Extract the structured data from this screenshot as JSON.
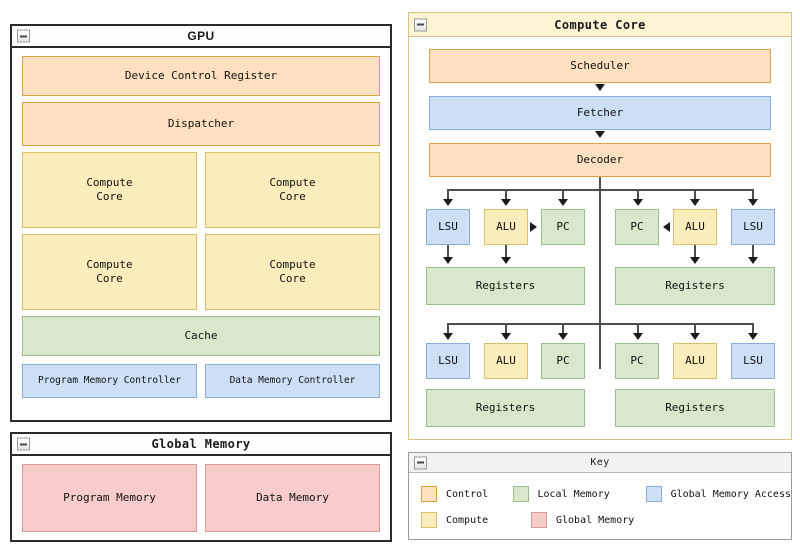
{
  "gpu": {
    "title": "GPU",
    "collapse_icon": "minus-icon",
    "device_control_register": "Device Control Register",
    "dispatcher": "Dispatcher",
    "compute_cores": [
      "Compute\nCore",
      "Compute\nCore",
      "Compute\nCore",
      "Compute\nCore"
    ],
    "cache": "Cache",
    "program_memory_controller": "Program Memory Controller",
    "data_memory_controller": "Data Memory Controller"
  },
  "global_memory": {
    "title": "Global Memory",
    "collapse_icon": "minus-icon",
    "program_memory": "Program Memory",
    "data_memory": "Data Memory"
  },
  "compute_core": {
    "title": "Compute Core",
    "collapse_icon": "minus-icon",
    "scheduler": "Scheduler",
    "fetcher": "Fetcher",
    "decoder": "Decoder",
    "lanes": [
      {
        "row": 1,
        "left": {
          "lsu": "LSU",
          "alu": "ALU",
          "pc": "PC",
          "registers": "Registers"
        },
        "right": {
          "pc": "PC",
          "alu": "ALU",
          "lsu": "LSU",
          "registers": "Registers"
        }
      },
      {
        "row": 2,
        "left": {
          "lsu": "LSU",
          "alu": "ALU",
          "pc": "PC",
          "registers": "Registers"
        },
        "right": {
          "pc": "PC",
          "alu": "ALU",
          "lsu": "LSU",
          "registers": "Registers"
        }
      }
    ]
  },
  "key": {
    "title": "Key",
    "collapse_icon": "minus-icon",
    "entries": [
      {
        "label": "Control",
        "color": "#fde0c0"
      },
      {
        "label": "Local Memory",
        "color": "#d7e8cd"
      },
      {
        "label": "Global Memory Access",
        "color": "#ccdff5"
      },
      {
        "label": "Compute",
        "color": "#fbedbb"
      },
      {
        "label": "Global Memory",
        "color": "#f7cccb"
      }
    ]
  }
}
